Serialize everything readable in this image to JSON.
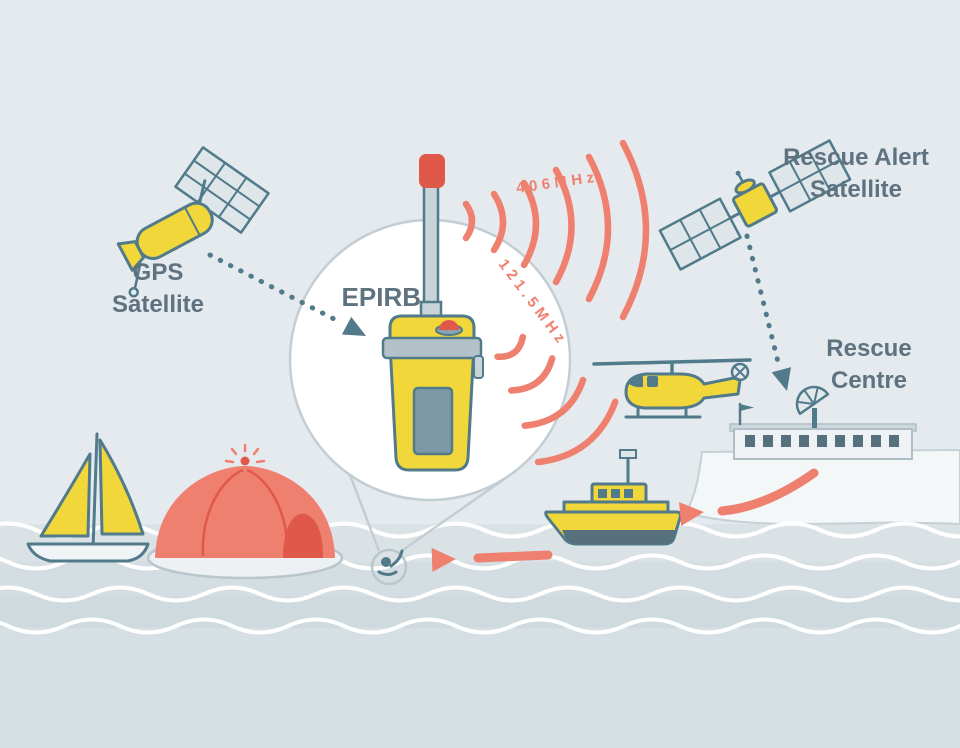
{
  "labels": {
    "gps_line1": "GPS",
    "gps_line2": "Satellite",
    "alert_line1": "Rescue Alert",
    "alert_line2": "Satellite",
    "epirb": "EPIRB",
    "freq_distress": "406MHz",
    "freq_homing": "121.5MHz",
    "centre_line1": "Rescue",
    "centre_line2": "Centre"
  },
  "colors": {
    "sky": "#e4eaed",
    "sea": "#d6dfe3",
    "wave_line": "#ffffff",
    "illustration_yellow": "#f2d73a",
    "signal_salmon": "#ef8070",
    "beacon_red": "#e0584a",
    "outline_teal": "#517a8a",
    "label_text": "#5e7280",
    "cliff_white": "#f4f7f8"
  }
}
